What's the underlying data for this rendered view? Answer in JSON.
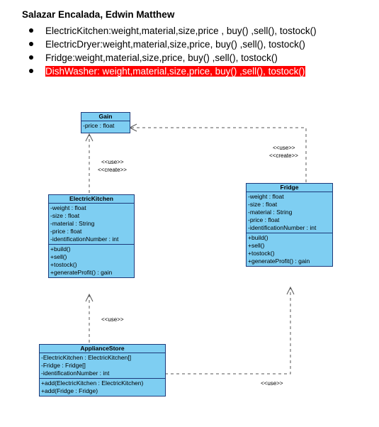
{
  "document": {
    "author": "Salazar Encalada, Edwin Matthew",
    "items": [
      {
        "text": "ElectricKitchen:weight,material,size,price , buy() ,sell(), tostock()"
      },
      {
        "text": "ElectricDryer:weight,material,size,price,  buy() ,sell(), tostock()"
      },
      {
        "text": "Fridge:weight,material,size,price, buy() ,sell(), tostock()"
      },
      {
        "text": "DishWasher: weight,material,size,price, buy() ,sell(), tostock()",
        "highlight_color": "#ff0000"
      }
    ]
  },
  "diagram": {
    "colors": {
      "fill": "#7ecef2",
      "border": "#1d3a7a",
      "line": "#555555"
    },
    "classes": {
      "gain": {
        "name": "Gain",
        "attributes": [
          "-price : float"
        ],
        "methods": []
      },
      "electric_kitchen": {
        "name": "ElectricKitchen",
        "attributes": [
          "-weight : float",
          "-size : float",
          "-material : String",
          "-price : float",
          "-identificationNumber : int"
        ],
        "methods": [
          "+build()",
          "+sell()",
          "+tostock()",
          "+generateProfit() : gain"
        ]
      },
      "fridge": {
        "name": "Fridge",
        "attributes": [
          "-weight : float",
          "-size : float",
          "-material : String",
          "-price : float",
          "-identificationNumber : int"
        ],
        "methods": [
          "+build()",
          "+sell()",
          "+tostock()",
          "+generateProfit() : gain"
        ]
      },
      "appliance_store": {
        "name": "ApplianceStore",
        "attributes": [
          "-ElectricKitchen : ElectricKitchen[]",
          "-Fridge : Fridge[]",
          "-identificationNumber : int"
        ],
        "methods": [
          "+add(ElectricKitchen : ElectricKitchen)",
          "+add(Fridge : Fridge)"
        ]
      }
    },
    "labels": {
      "kitchen_gain_use": "<<use>>",
      "kitchen_gain_create": "<<create>>",
      "fridge_gain_use": "<<use>>",
      "fridge_gain_create": "<<create>>",
      "store_kitchen_use": "<<use>>",
      "store_fridge_use": "<<use>>"
    }
  }
}
